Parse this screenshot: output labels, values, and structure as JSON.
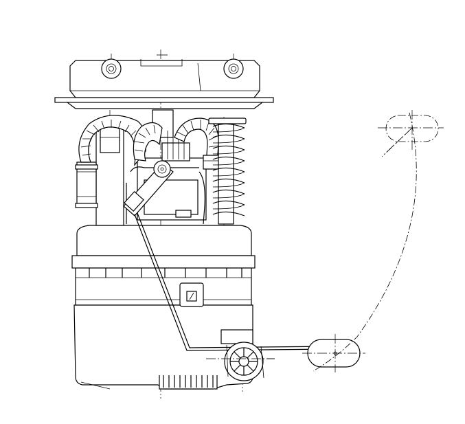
{
  "drawing": {
    "background": "#ffffff",
    "line_color": "#000000",
    "parts": [
      "mounting-flange",
      "top-cover",
      "bolt-boss",
      "corrugated-hose",
      "return-spring",
      "pump-module",
      "reservoir-bucket",
      "float-arm",
      "float",
      "filter-sock",
      "float-swing-path"
    ]
  }
}
